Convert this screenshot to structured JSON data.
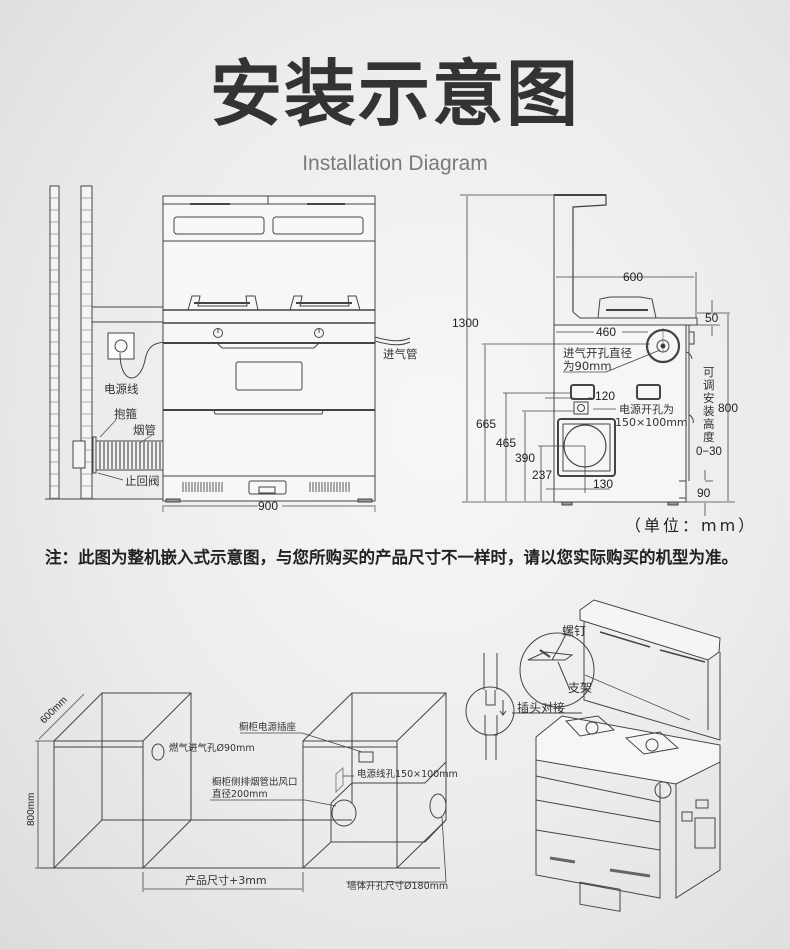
{
  "header": {
    "title": "安装示意图",
    "subtitle": "Installation Diagram"
  },
  "front_view": {
    "labels": {
      "power_cord": "电源线",
      "clamp": "抱箍",
      "flue_pipe": "烟管",
      "check_valve": "止回阀",
      "gas_inlet_pipe": "进气管"
    },
    "width_dim": "900"
  },
  "side_view": {
    "dims": {
      "total_height": "1300",
      "depth_top": "600",
      "offset_50": "50",
      "depth_460": "460",
      "h_665": "665",
      "h_465": "465",
      "h_390": "390",
      "h_237": "237",
      "w_120": "120",
      "w_130": "130",
      "h_800": "800",
      "h_90": "90"
    },
    "labels": {
      "gas_hole_line1": "进气开孔直径",
      "gas_hole_line2": "为90mm",
      "power_hole_line1": "电源开孔为",
      "power_hole_line2": "150×100mm",
      "adjustable_chars": [
        "可",
        "调",
        "安",
        "装",
        "高",
        "度"
      ],
      "adjustable_range": "0−30"
    },
    "unit_note": "（单位：mm）"
  },
  "note": "注：此图为整机嵌入式示意图，与您所购买的产品尺寸不一样时，请以您实际购买的机型为准。",
  "cabinet_view": {
    "depth": "600mm",
    "height": "800mm",
    "gas_inlet": "燃气进气孔Ø90mm",
    "power_socket": "橱柜电源插座",
    "flue_outlet_line1": "橱柜侧排烟管出风口",
    "flue_outlet_line2": "直径200mm",
    "power_cable_hole": "电源线孔150×100mm",
    "product_size": "产品尺寸+3mm",
    "wall_hole": "墙体开孔尺寸Ø180mm"
  },
  "assembly_view": {
    "screw": "螺钉",
    "bracket": "支架",
    "plug_connect": "插头对接"
  }
}
